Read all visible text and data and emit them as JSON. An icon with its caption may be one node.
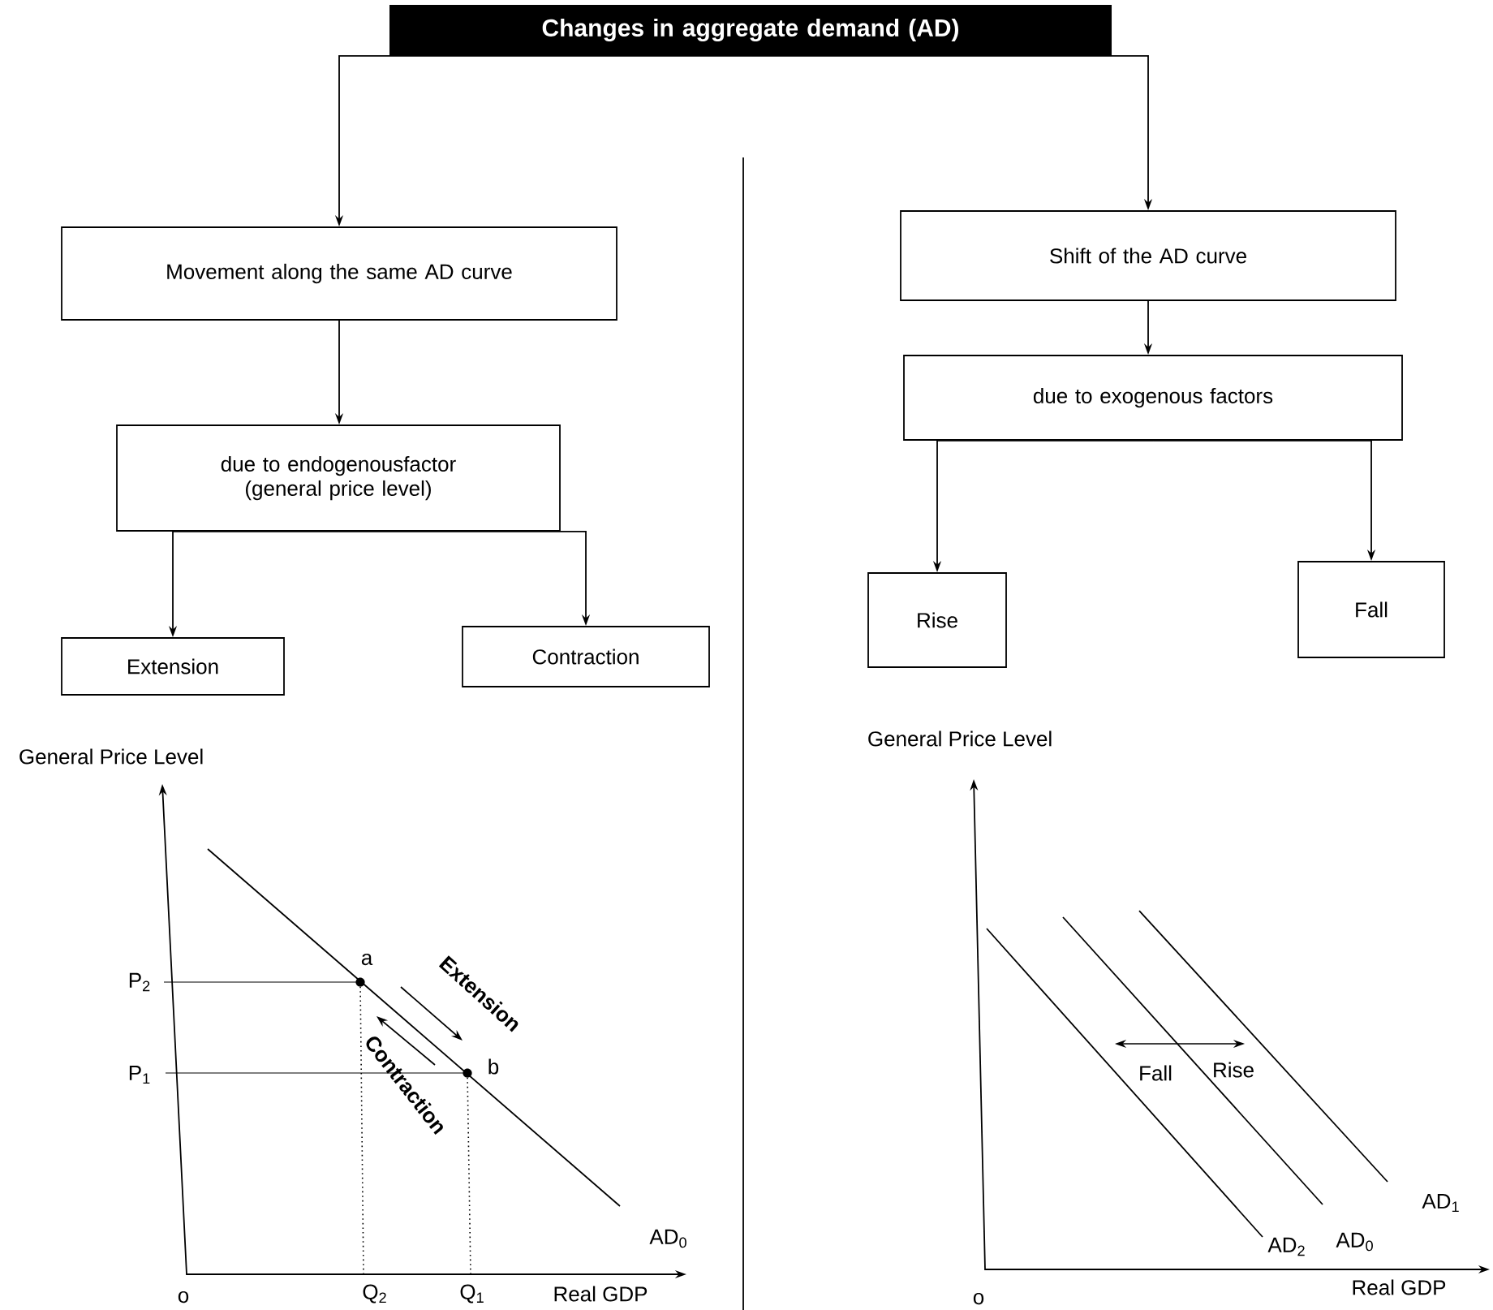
{
  "diagram": {
    "nodes": [
      {
        "text": [
          "Changes in aggregate demand (AD)"
        ]
      },
      {
        "text": [
          "Movement along the same AD curve"
        ]
      },
      {
        "text": [
          "due to endogenousfactor (general price level)"
        ]
      },
      {
        "text": [
          "Extension"
        ]
      },
      {
        "text": [
          "Contraction"
        ]
      },
      {
        "text": [
          "Shift of the AD curve"
        ]
      },
      {
        "text": [
          "due to exogenous factors"
        ]
      },
      {
        "text": [
          "Rise"
        ]
      },
      {
        "text": [
          "Fall"
        ]
      }
    ],
    "edges": [
      {
        "from": 0,
        "to": 1,
        "arrow": "to"
      },
      {
        "from": 0,
        "to": 5,
        "arrow": "to"
      },
      {
        "from": 1,
        "to": 2,
        "arrow": "to"
      },
      {
        "from": 2,
        "to": 3,
        "arrow": "to"
      },
      {
        "from": 2,
        "to": 4,
        "arrow": "to"
      },
      {
        "from": 5,
        "to": 6,
        "arrow": "to"
      },
      {
        "from": 6,
        "to": 7,
        "arrow": "to"
      },
      {
        "from": 6,
        "to": 8,
        "arrow": "to"
      }
    ],
    "labels": [
      "General Price Level",
      "P$_{2}$",
      "P$_{1}$",
      "a",
      "b",
      "Extension",
      "Contraction",
      "AD$_{0}$",
      "o",
      "Q$_{2}$",
      "Q$_{1}$",
      "Real GDP",
      "General Price Level",
      "Fall",
      "Rise",
      "AD$_{2}$",
      "AD$_{0}$",
      "AD$_{1}$",
      "o",
      "Real GDP"
    ]
  }
}
